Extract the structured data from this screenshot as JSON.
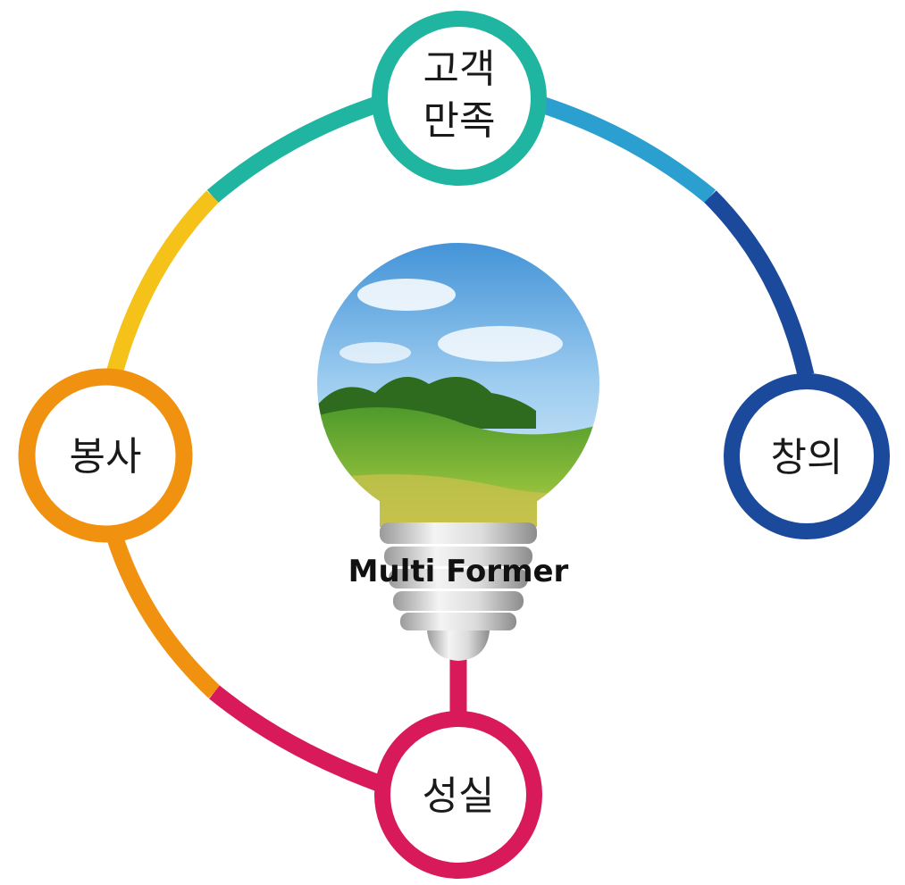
{
  "center": {
    "label": "Multi Former"
  },
  "nodes": [
    {
      "id": "customer-satisfaction",
      "lines": [
        "고객",
        "만족"
      ],
      "color": "#1fb5a0"
    },
    {
      "id": "creativity",
      "lines": [
        "창의"
      ],
      "color": "#1b4a9c"
    },
    {
      "id": "sincerity",
      "lines": [
        "성실"
      ],
      "color": "#d8195a"
    },
    {
      "id": "service",
      "lines": [
        "봉사"
      ],
      "color": "#f0920f"
    }
  ],
  "ring_colors": {
    "teal": "#1fb5a0",
    "cyan": "#2a9fd0",
    "navy": "#1b4a9c",
    "yellow": "#f5c21a",
    "orange": "#f0920f",
    "crimson": "#d8195a"
  }
}
